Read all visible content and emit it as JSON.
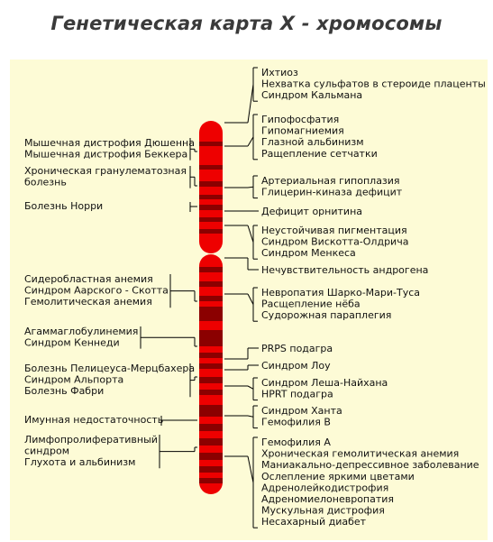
{
  "title": "Генетическая карта Х - хромосомы",
  "colors": {
    "background": "#fdfbd6",
    "chromosome": "#ee0000",
    "band_dark": "#8b0000",
    "line": "#000000"
  },
  "right_groups": [
    {
      "labels": [
        "Ихтиоз",
        "Нехватка сульфатов в стероиде плаценты",
        "Синдром Кальмана"
      ]
    },
    {
      "labels": [
        "Гипофосфатия",
        "Гипомагниемия",
        "Глазной альбинизм",
        "Ращепление сетчатки"
      ]
    },
    {
      "labels": [
        "Артериальная гипоплазия",
        "Глицерин-киназа дефицит"
      ]
    },
    {
      "labels": [
        "Дефицит орнитина"
      ]
    },
    {
      "labels": [
        "Неустойчивая пигментация",
        "Синдром Вискотта-Олдрича",
        "Синдром Менкеса"
      ]
    },
    {
      "labels": [
        "Нечувствительность андрогена"
      ]
    },
    {
      "labels": [
        "Невропатия Шарко-Мари-Туса",
        "Расщепление нёба",
        "Судорожная параплегия"
      ]
    },
    {
      "labels": [
        "PRPS подагра"
      ]
    },
    {
      "labels": [
        "Синдром Лоу"
      ]
    },
    {
      "labels": [
        "Синдром Леша-Найхана",
        "HPRT подагра"
      ]
    },
    {
      "labels": [
        "Синдром Ханта",
        "Гемофилия В"
      ]
    },
    {
      "labels": [
        "Гемофилия А",
        "Хроническая гемолитическая анемия",
        "Маниакально-депрессивное заболевание",
        "Ослепление яркими цветами",
        "Адренолейкодистрофия",
        "Адреномиелоневропатия",
        "Мускульная дистрофия",
        "Несахарный диабет"
      ]
    }
  ],
  "left_groups": [
    {
      "labels": [
        "Мышечная дистрофия Дюшенна",
        "Мышечная дистрофия Беккера"
      ]
    },
    {
      "labels": [
        "Хроническая гранулематозная",
        "болезнь"
      ]
    },
    {
      "labels": [
        "Болезнь Норри"
      ]
    },
    {
      "labels": [
        "Сидеробластная анемия",
        "Синдром Аарского - Скотта",
        "Гемолитическая анемия"
      ]
    },
    {
      "labels": [
        "Агаммаглобулинемия",
        "Синдром Кеннеди"
      ]
    },
    {
      "labels": [
        "Болезнь Пелицеуса-Мерцбахера",
        "Синдром Альпорта",
        "Болезнь Фабри"
      ]
    },
    {
      "labels": [
        "Имунная недостаточность"
      ]
    },
    {
      "labels": [
        "Лимфопролиферативный",
        "синдром",
        "Глухота и альбинизм"
      ]
    }
  ]
}
